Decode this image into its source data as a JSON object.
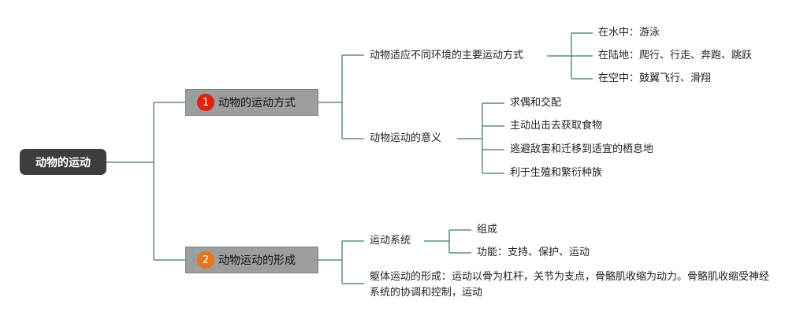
{
  "colors": {
    "line": "#5b8f7e",
    "root_bg": "#3d3d3d",
    "branch_bg": "#9d9d9d",
    "badge_1": "#e02010",
    "badge_2": "#e8731c"
  },
  "root": {
    "label": "动物的运动"
  },
  "branch1": {
    "badge": "1",
    "label": "动物的运动方式",
    "sub1": {
      "label": "动物适应不同环境的主要运动方式",
      "items": [
        "在水中：游泳",
        "在陆地：爬行、行走、奔跑、跳跃",
        "在空中：鼓翼飞行、滑翔"
      ]
    },
    "sub2": {
      "label": "动物运动的意义",
      "items": [
        "求偶和交配",
        "主动出击去获取食物",
        "逃避敌害和迁移到适宜的栖息地",
        "利于生殖和繁衍种族"
      ]
    }
  },
  "branch2": {
    "badge": "2",
    "label": "动物运动的形成",
    "sub1": {
      "label": "运动系统",
      "items": [
        "组成",
        "功能：支持、保护、运动"
      ]
    },
    "sub2": {
      "label": "躯体运动的形成：运动以骨为杠杆，关节为支点，骨骼肌收缩为动力。骨骼肌收缩受神经系统的协调和控制，运动"
    }
  }
}
